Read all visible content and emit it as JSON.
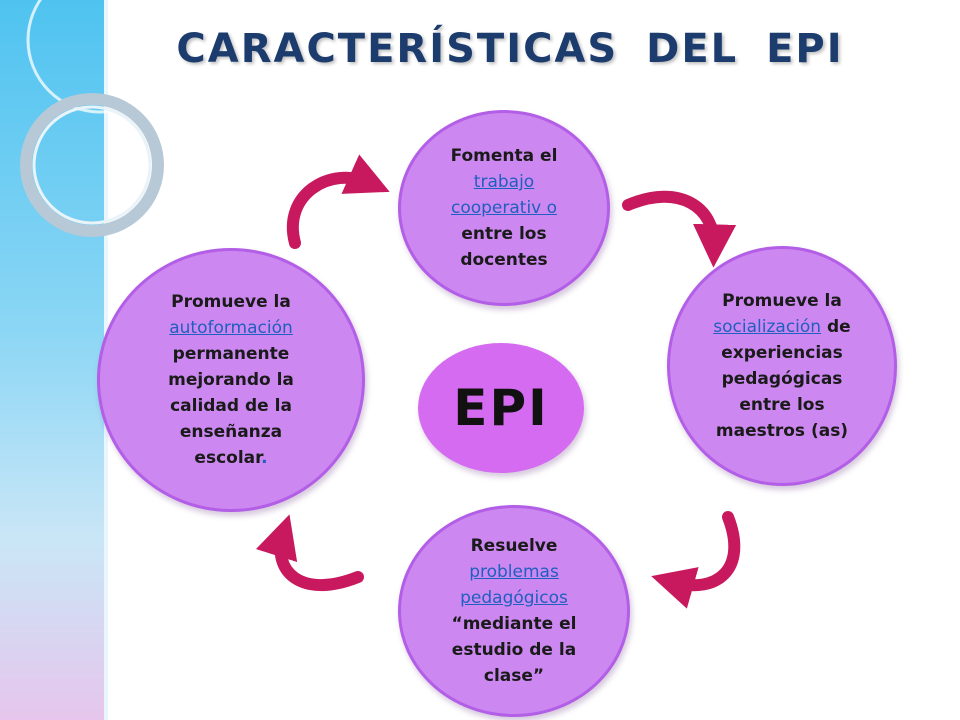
{
  "title": {
    "w1": "CARACTERÍSTICAS",
    "w2": "DEL",
    "w3": "EPI"
  },
  "center_label": "EPI",
  "nodes": {
    "top": {
      "pre": "Fomenta el",
      "link": "trabajo cooperativ o",
      "post": "entre los docentes"
    },
    "right": {
      "pre": "Promueve la",
      "link": "socialización",
      "post": "de experiencias pedagógicas entre los maestros (as)"
    },
    "bottom": {
      "pre": "Resuelve",
      "link": "problemas pedagógicos",
      "post": "“mediante el estudio de la clase”"
    },
    "left": {
      "pre": "Promueve la",
      "link": "autoformación",
      "post": "permanente mejorando la calidad de la enseñanza escolar",
      "trail": "."
    }
  },
  "colors": {
    "node_fill": "#cc88f0",
    "node_border": "#b35ee6",
    "center_fill": "#d56bf0",
    "arrow": "#c8195e",
    "title": "#1c3c6e",
    "link": "#1f5fbf"
  }
}
